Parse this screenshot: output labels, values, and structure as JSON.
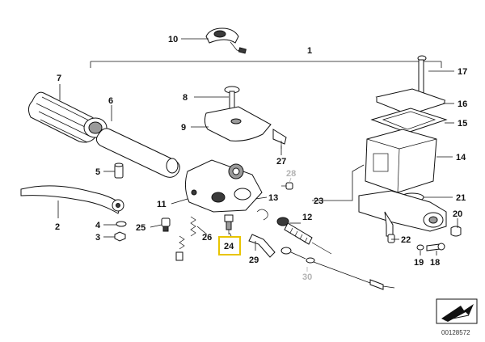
{
  "callouts": [
    {
      "id": "1",
      "label": "1"
    },
    {
      "id": "2",
      "label": "2"
    },
    {
      "id": "3",
      "label": "3"
    },
    {
      "id": "4",
      "label": "4"
    },
    {
      "id": "5",
      "label": "5"
    },
    {
      "id": "6",
      "label": "6"
    },
    {
      "id": "7",
      "label": "7"
    },
    {
      "id": "8",
      "label": "8"
    },
    {
      "id": "9",
      "label": "9"
    },
    {
      "id": "10",
      "label": "10"
    },
    {
      "id": "11",
      "label": "11"
    },
    {
      "id": "12",
      "label": "12"
    },
    {
      "id": "13",
      "label": "13"
    },
    {
      "id": "14",
      "label": "14"
    },
    {
      "id": "15",
      "label": "15"
    },
    {
      "id": "16",
      "label": "16"
    },
    {
      "id": "17",
      "label": "17"
    },
    {
      "id": "18",
      "label": "18"
    },
    {
      "id": "19",
      "label": "19"
    },
    {
      "id": "20",
      "label": "20"
    },
    {
      "id": "21",
      "label": "21"
    },
    {
      "id": "22",
      "label": "22"
    },
    {
      "id": "23",
      "label": "23"
    },
    {
      "id": "24",
      "label": "24",
      "highlighted": true
    },
    {
      "id": "25",
      "label": "25"
    },
    {
      "id": "26",
      "label": "26"
    },
    {
      "id": "27",
      "label": "27"
    },
    {
      "id": "28",
      "label": "28",
      "greyed": true
    },
    {
      "id": "29",
      "label": "29"
    },
    {
      "id": "30",
      "label": "30",
      "greyed": true
    }
  ],
  "diagram_number": "00128572",
  "colors": {
    "line": "#111111",
    "greyed": "#b3b3b3",
    "highlight": "#e8c400",
    "background": "#ffffff"
  },
  "icons": {
    "corner_symbol": "hand-arrow-icon"
  }
}
